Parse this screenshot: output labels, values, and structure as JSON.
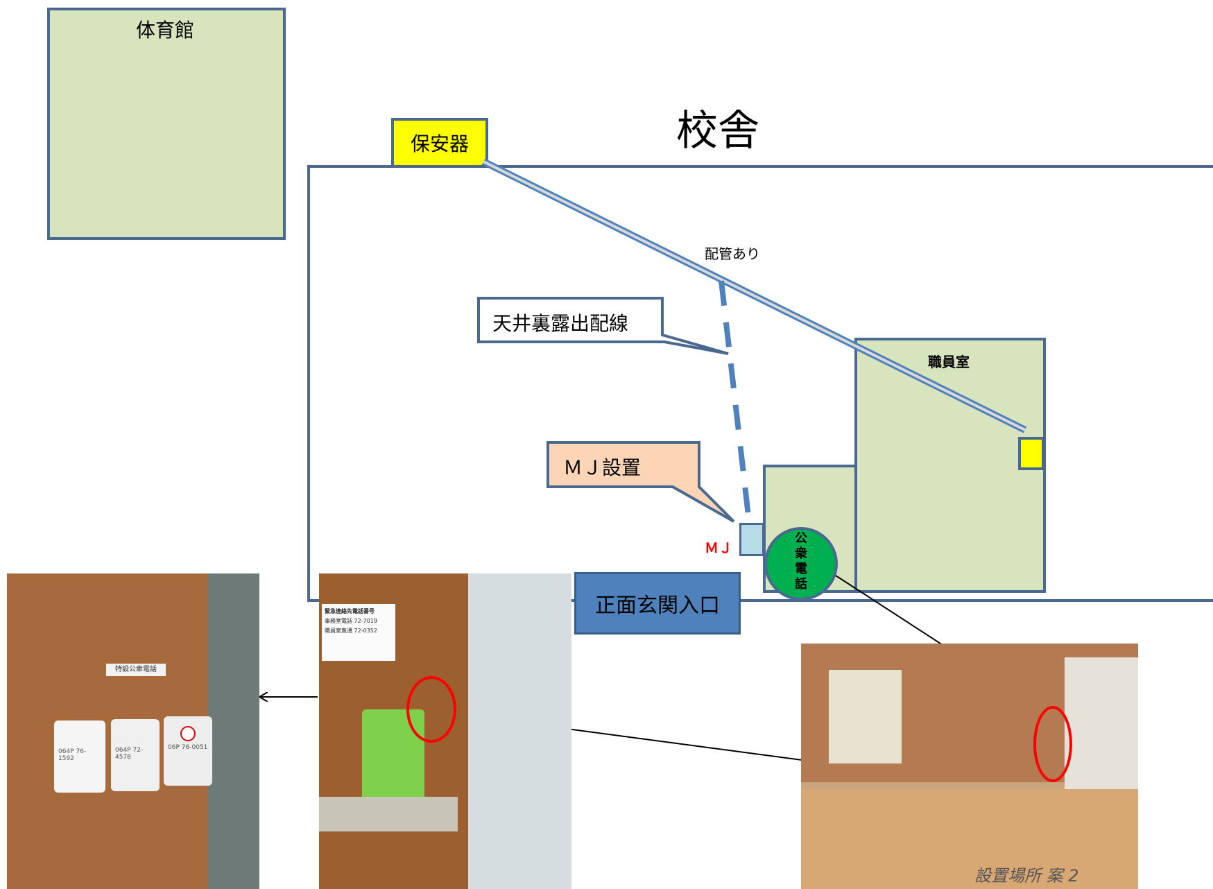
{
  "gym": {
    "label": "体育館"
  },
  "school": {
    "label": "校舎"
  },
  "protector": {
    "label": "保安器"
  },
  "pipe_note": "配管あり",
  "ceiling_callout": "天井裏露出配線",
  "staff_room": {
    "label": "職員室"
  },
  "mj_callout": "ＭＪ設置",
  "mj_label": "ＭＪ",
  "payphone": {
    "label": [
      "公",
      "衆",
      "電",
      "話"
    ]
  },
  "entrance": {
    "label": "正面玄関入口"
  },
  "photos": {
    "left": {
      "sign": "特設公衆電話",
      "boxes": [
        "064P 76-1592",
        "064P 72-4578",
        "06P 76-0051"
      ]
    },
    "middle": {
      "sign_title": "緊急連絡先電話番号",
      "sign_lines": [
        "事務室電話  72-7019",
        "職員室直通  72-0352"
      ]
    },
    "right": {
      "caption": "設置場所 案 2"
    }
  },
  "colors": {
    "building_fill": "#d7e4bd",
    "building_border": "#4a6990",
    "protector_fill": "#ffff00",
    "pipe": "#4f81bd",
    "payphone_fill": "#00b050",
    "entrance_fill": "#4f81bd",
    "mj_box": "#b7dde8",
    "mj_callout_fill": "#fbd5b5",
    "highlight_circle": "#ff0000"
  }
}
